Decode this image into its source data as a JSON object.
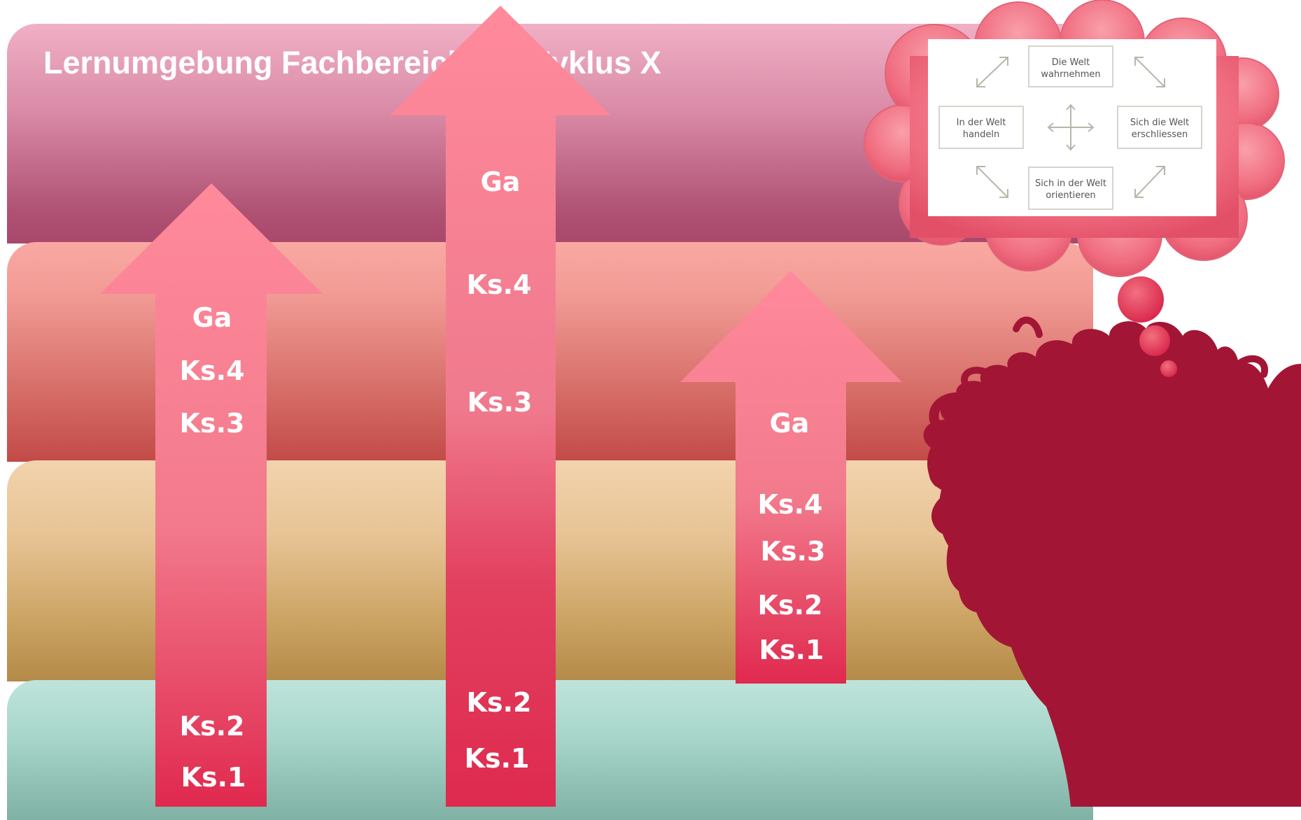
{
  "title": "Lernumgebung Fachbereich X – Zyklus X",
  "layers": [
    {
      "name": "top",
      "color": "#c16a8c"
    },
    {
      "name": "red",
      "color": "#e5837b"
    },
    {
      "name": "sand",
      "color": "#d9b27b"
    },
    {
      "name": "teal",
      "color": "#9fcdc2"
    }
  ],
  "arrows": [
    {
      "name": "left",
      "labels": [
        "Ga",
        "Ks.4",
        "Ks.3",
        "Ks.2",
        "Ks.1"
      ]
    },
    {
      "name": "center",
      "labels": [
        "Ga",
        "Ks.4",
        "Ks.3",
        "Ks.2",
        "Ks.1"
      ]
    },
    {
      "name": "right",
      "labels": [
        "Ga",
        "Ks.4",
        "Ks.3",
        "Ks.2",
        "Ks.1"
      ]
    }
  ],
  "thought_bubble": {
    "boxes": {
      "top": [
        "Die Welt",
        "wahrnehmen"
      ],
      "left": [
        "In der Welt",
        "handeln"
      ],
      "right": [
        "Sich die Welt",
        "erschliessen"
      ],
      "bottom": [
        "Sich in der Welt",
        "orientieren"
      ]
    }
  },
  "colors": {
    "arrow": "#f08595",
    "arrow_dark": "#e0294e",
    "head_silhouette": "#a31535",
    "bubble": "#f06f80"
  }
}
